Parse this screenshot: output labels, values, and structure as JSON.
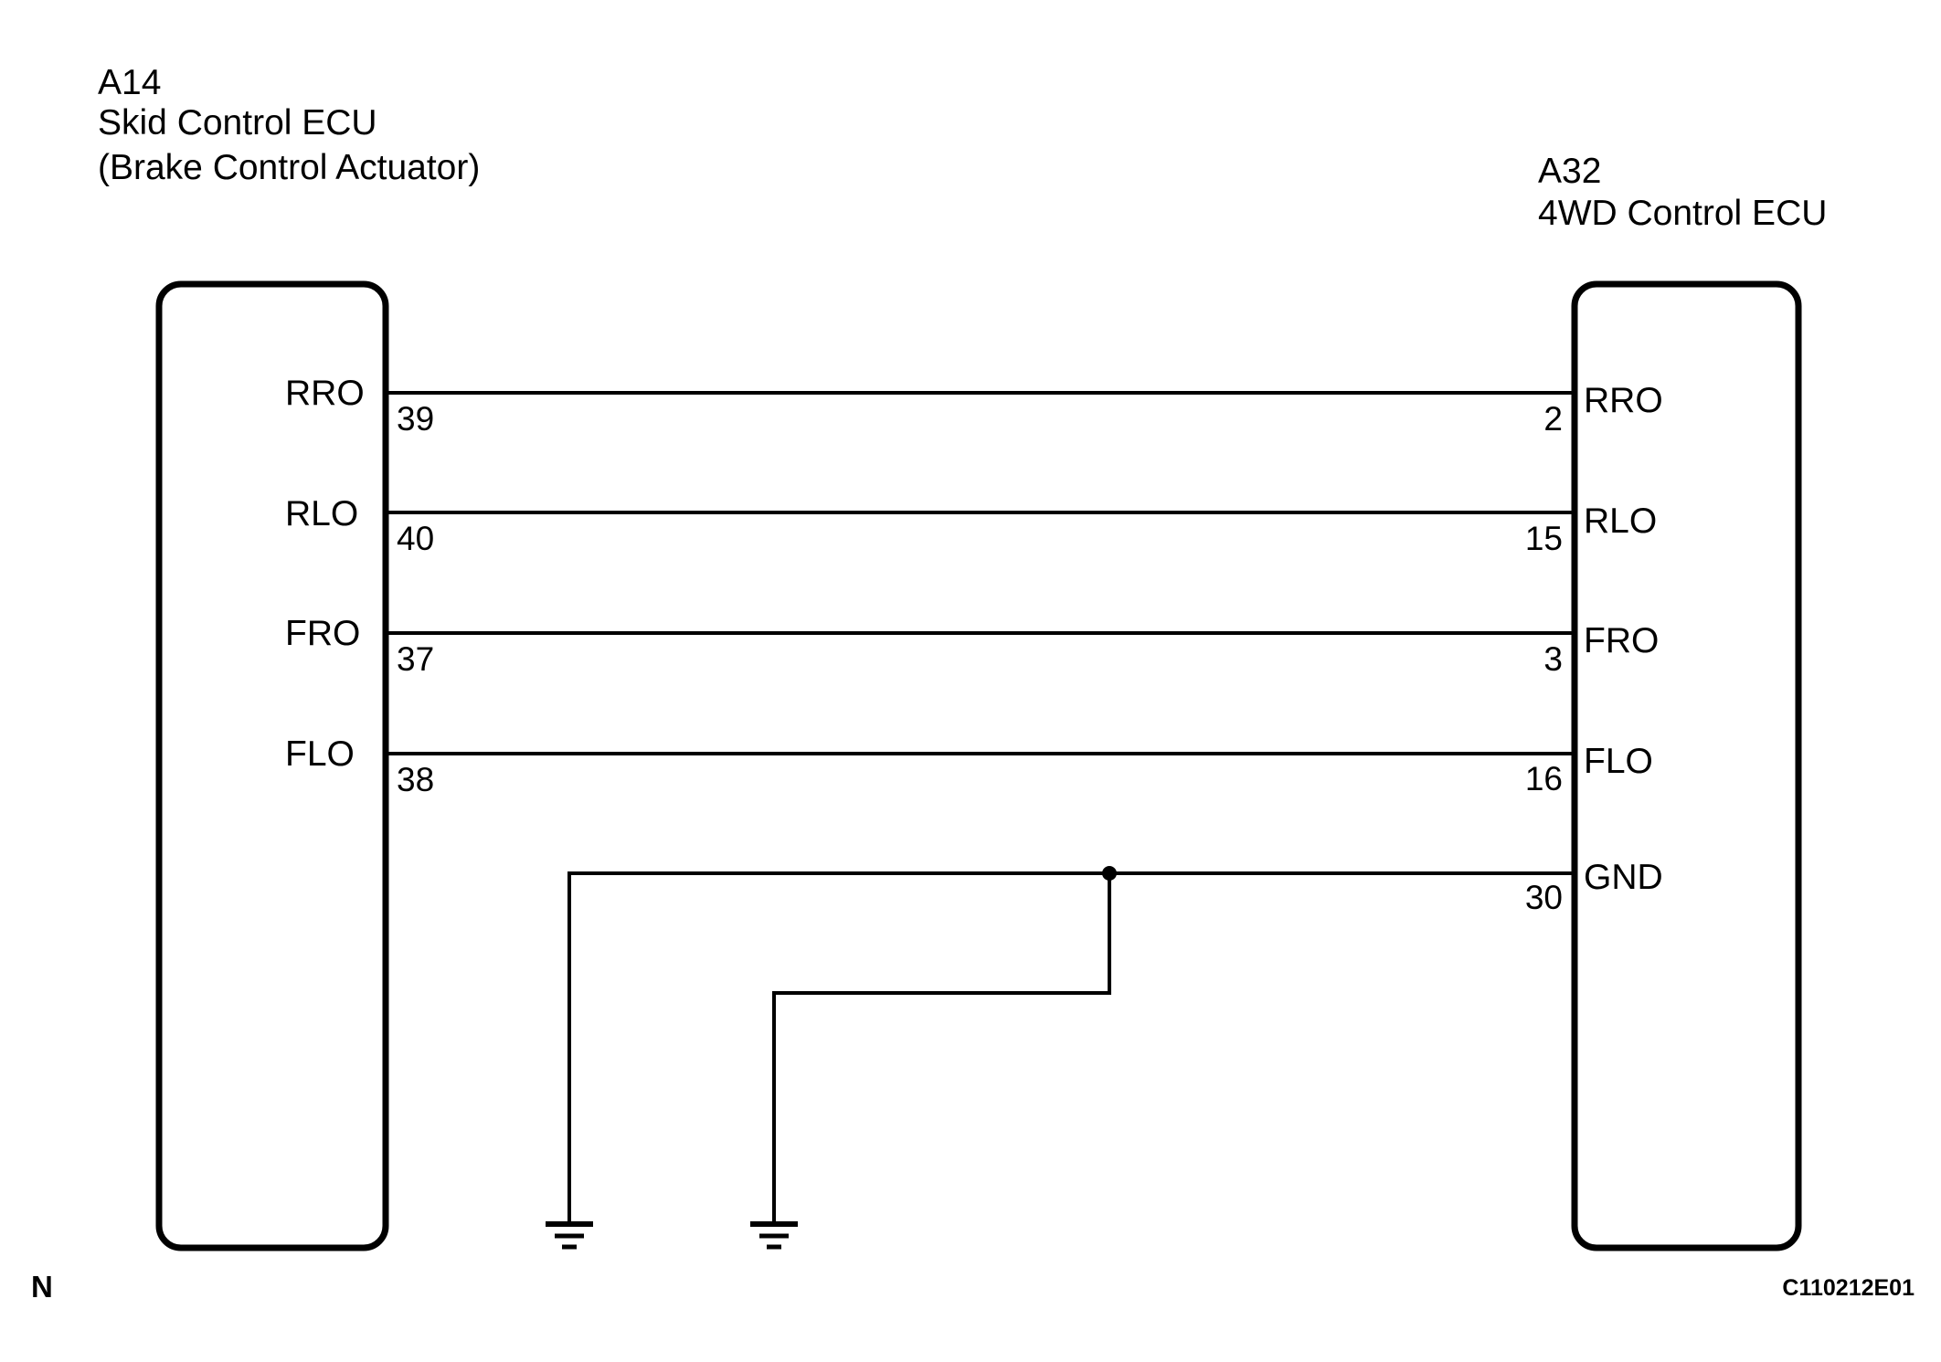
{
  "left_ecu": {
    "code": "A14",
    "name": "Skid Control ECU",
    "subtitle": "(Brake Control Actuator)"
  },
  "right_ecu": {
    "code": "A32",
    "name": "4WD Control ECU"
  },
  "wires": [
    {
      "left_label": "RRO",
      "left_pin": "39",
      "right_pin": "2",
      "right_label": "RRO"
    },
    {
      "left_label": "RLO",
      "left_pin": "40",
      "right_pin": "15",
      "right_label": "RLO"
    },
    {
      "left_label": "FRO",
      "left_pin": "37",
      "right_pin": "3",
      "right_label": "FRO"
    },
    {
      "left_label": "FLO",
      "left_pin": "38",
      "right_pin": "16",
      "right_label": "FLO"
    }
  ],
  "ground": {
    "label": "GND",
    "pin": "30"
  },
  "corner_mark": "N",
  "figure_id": "C110212E01"
}
